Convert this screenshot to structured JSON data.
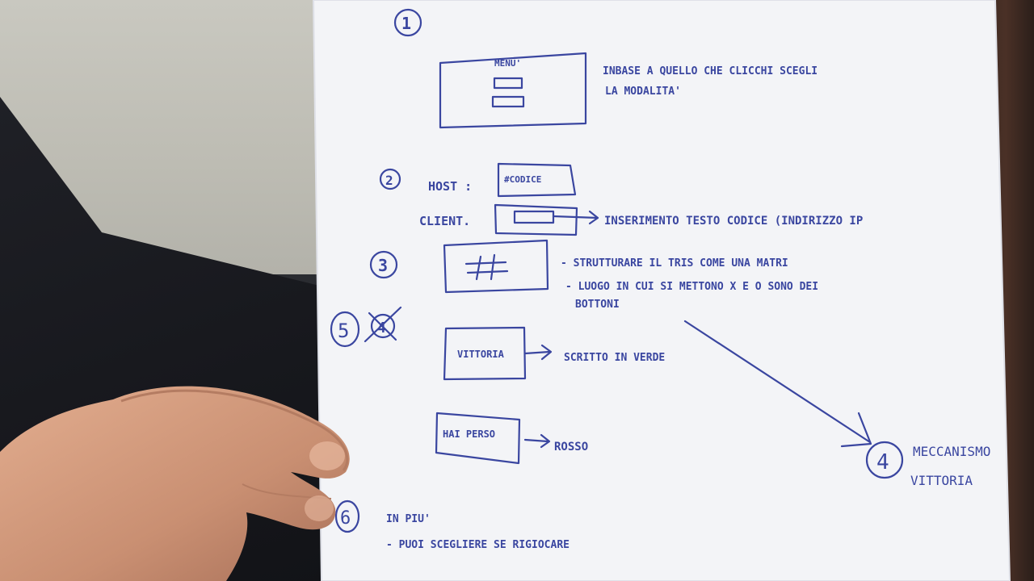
{
  "scene": {
    "paper_color": "#f3f4f7",
    "ink_color": "#3a46a0",
    "skin_color": "#d9a283"
  },
  "sketch": {
    "step1": {
      "number": "1",
      "box_title": "MENU'",
      "note_line1": "INBASE A QUELLO CHE CLICCHI SCEGLI",
      "note_line2": "LA MODALITA'"
    },
    "step2": {
      "number": "2",
      "host_label": "HOST :",
      "host_box": "#CODICE",
      "client_label": "CLIENT.",
      "client_note": "INSERIMENTO TESTO CODICE (INDIRIZZO IP"
    },
    "step3": {
      "number": "3",
      "grid_symbol": "#",
      "note_line1": "- STRUTTURARE IL TRIS COME UNA MATRI",
      "note_line2": "- LUOGO IN CUI SI METTONO X E O SONO DEI",
      "note_line3": "BOTTONI"
    },
    "step5": {
      "number": "5",
      "crossed_number": "4",
      "win_box": "VITTORIA",
      "win_note": "SCRITTO IN VERDE",
      "lose_box": "HAI PERSO",
      "lose_note": "ROSSO"
    },
    "step4": {
      "number": "4",
      "note_line1": "MECCANISMO",
      "note_line2": "VITTORIA"
    },
    "step6": {
      "number": "6",
      "note_line1": "IN PIU'",
      "note_line2": "- PUOI SCEGLIERE SE RIGIOCARE"
    }
  }
}
